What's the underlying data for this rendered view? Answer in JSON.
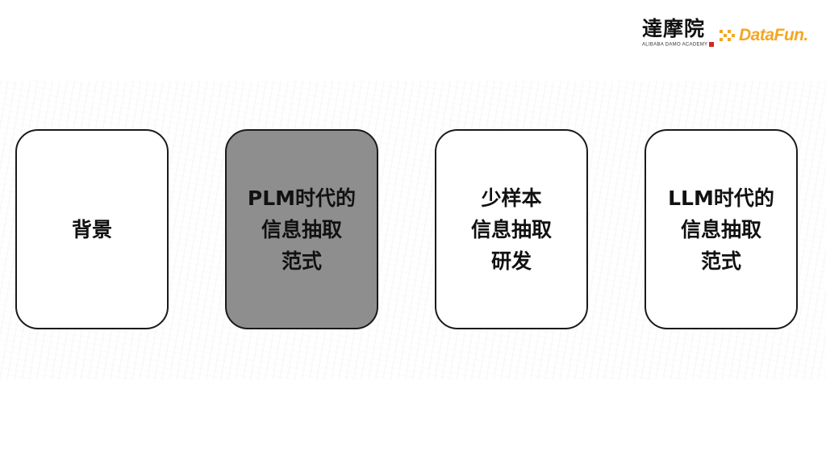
{
  "logos": {
    "damo_cn": "達摩院",
    "damo_en": "ALIBABA DAMO ACADEMY",
    "datafun": "DataFun."
  },
  "cards": [
    {
      "lines": [
        "背景"
      ],
      "active": false
    },
    {
      "lines": [
        "PLM时代的",
        "信息抽取",
        "范式"
      ],
      "active": true
    },
    {
      "lines": [
        "少样本",
        "信息抽取",
        "研发"
      ],
      "active": false
    },
    {
      "lines": [
        "LLM时代的",
        "信息抽取",
        "范式"
      ],
      "active": false
    }
  ],
  "colors": {
    "active_card": "#8e8e8e",
    "card_border": "#1a1a1a",
    "datafun_orange": "#f5a623"
  }
}
